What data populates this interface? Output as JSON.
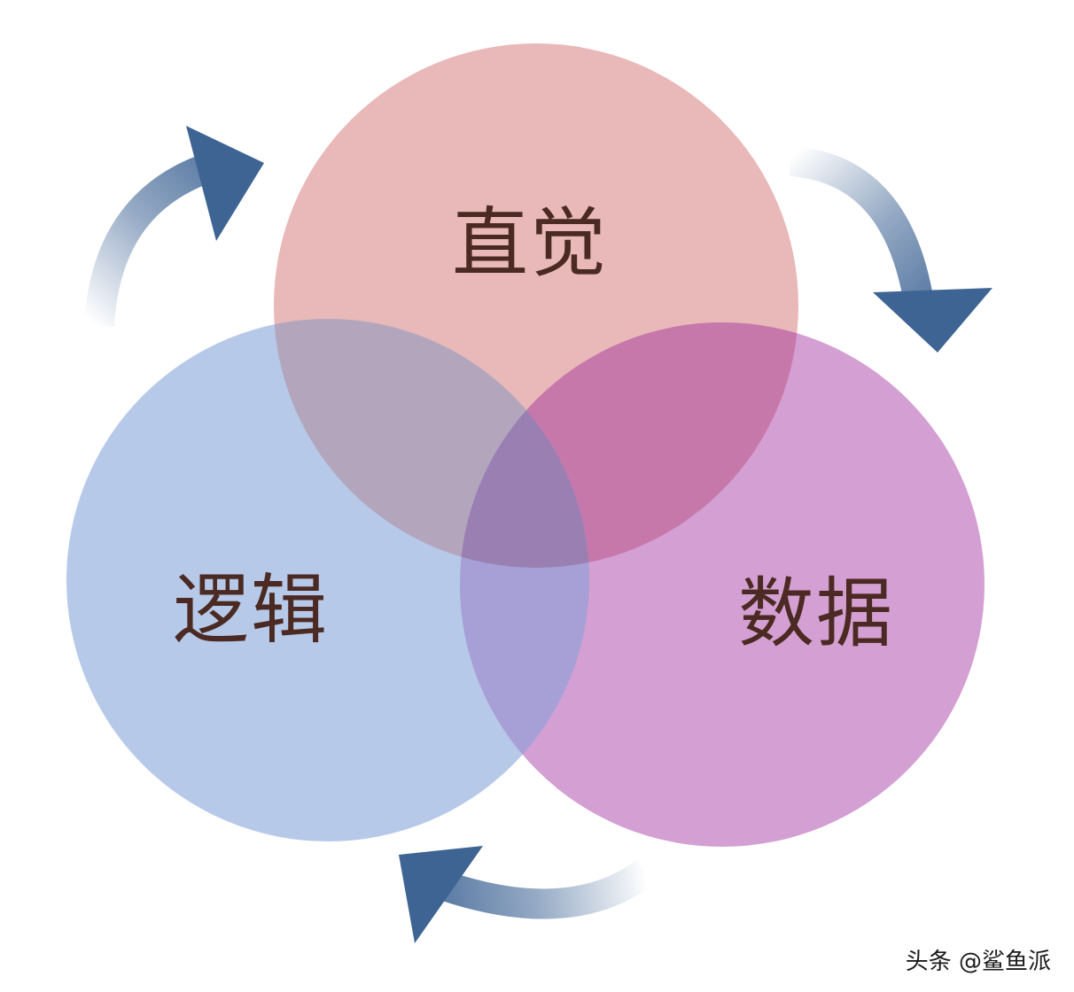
{
  "diagram": {
    "type": "venn",
    "sets": [
      {
        "id": "intuition",
        "label": "直觉",
        "color": "#e9b8b8"
      },
      {
        "id": "logic",
        "label": "逻辑",
        "color": "#b7c9e9"
      },
      {
        "id": "data",
        "label": "数据",
        "color": "#d49fd2"
      }
    ],
    "overlap_colors": {
      "intuition_logic": "#b3a6bc",
      "intuition_data": "#c678ab",
      "logic_data": "#a6a0d6",
      "all_three": "#9a7fb2"
    },
    "arrow_color": "#3e6494",
    "label_color": "#4a2a22",
    "flow_direction": "clockwise"
  },
  "watermark": "头条 @鲨鱼派"
}
